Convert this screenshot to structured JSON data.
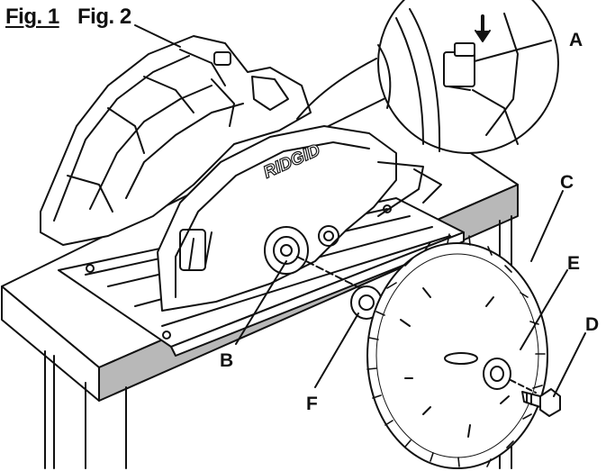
{
  "figure_labels": {
    "fig1": "Fig. 1",
    "fig2": "Fig. 2"
  },
  "brand": "RIDGID",
  "callouts": {
    "A": "A",
    "B": "B",
    "C": "C",
    "D": "D",
    "E": "E",
    "F": "F"
  },
  "colors": {
    "line": "#111111",
    "table_edge": "#b5b5b5",
    "background": "#ffffff"
  },
  "icons": [
    "circular-saw-illustration",
    "saw-blade-illustration",
    "spindle-lock-detail"
  ]
}
